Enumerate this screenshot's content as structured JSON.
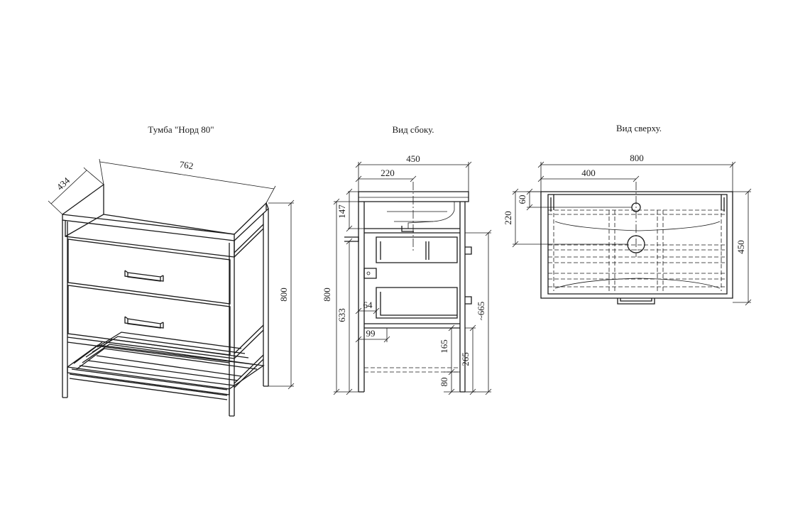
{
  "titles": {
    "front": "Тумба \"Норд 80\"",
    "side": "Вид сбоку.",
    "top": "Вид сверху."
  },
  "front_dims": {
    "depth": "434",
    "width": "762",
    "height": "800"
  },
  "side_dims": {
    "overall_depth": "450",
    "sink_offset": "220",
    "top_gap": "147",
    "total_height": "800",
    "inner_height": "633",
    "profile_offset": "64",
    "bottom_offset": "99",
    "shelf_height": "165",
    "shelf_top": "265",
    "leg_height": "80",
    "approx_height": "~665"
  },
  "top_dims": {
    "overall_width": "800",
    "half_width": "400",
    "back_offset": "60",
    "drain_offset": "220",
    "depth": "450"
  }
}
